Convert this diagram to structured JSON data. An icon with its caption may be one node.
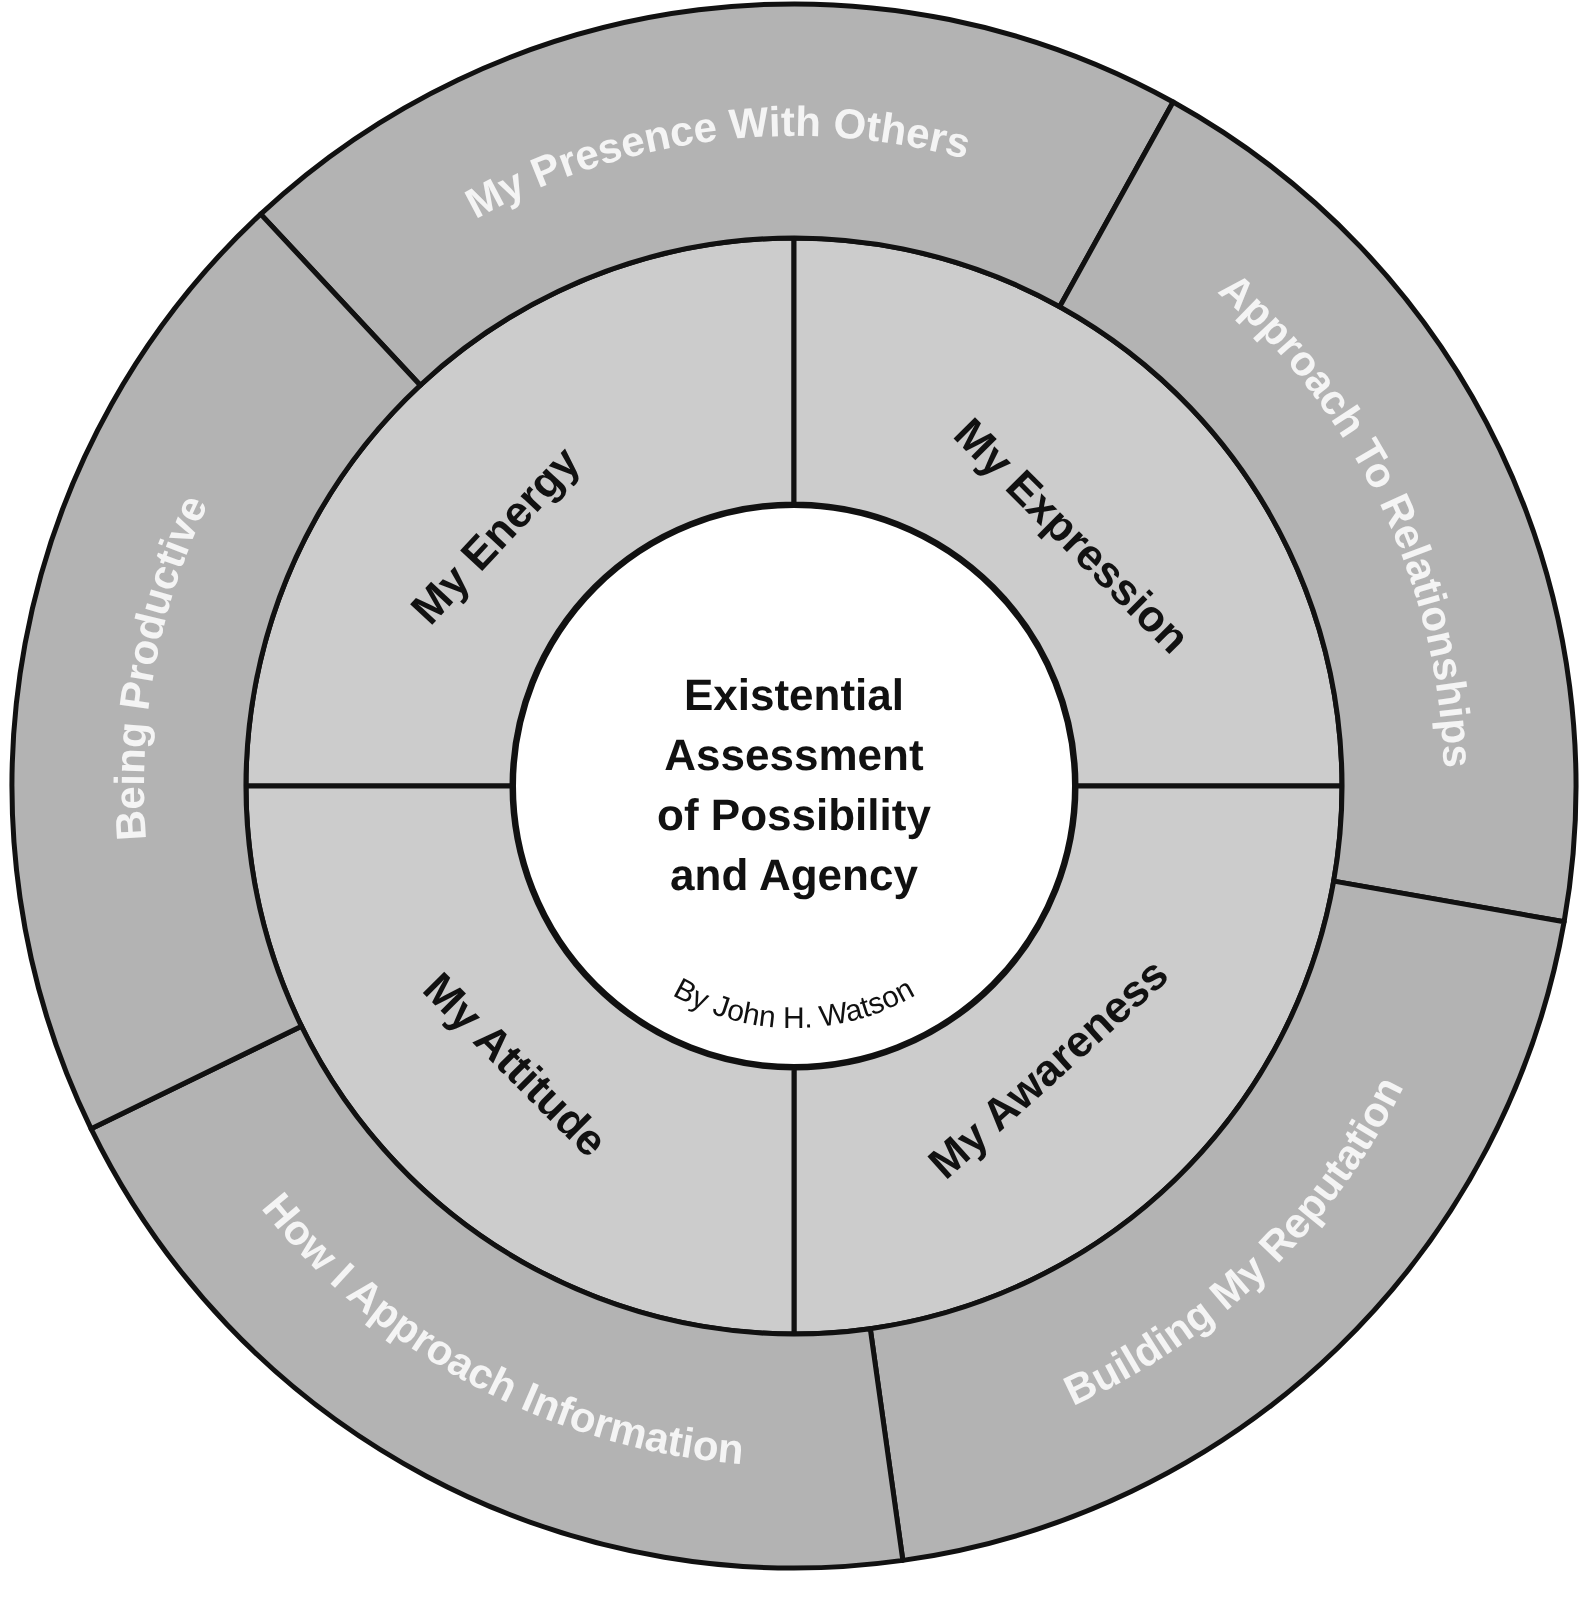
{
  "diagram": {
    "nodes": [
      {
        "text": [
          "Existential Assessment of Possibility and Agency",
          "By John H. Watson"
        ]
      },
      {
        "text": [
          "My Energy"
        ]
      },
      {
        "text": [
          "My Expression"
        ]
      },
      {
        "text": [
          "My Awareness"
        ]
      },
      {
        "text": [
          "My Attitude"
        ]
      },
      {
        "text": [
          "My Presence With Others"
        ]
      },
      {
        "text": [
          "Approach To Relationships"
        ]
      },
      {
        "text": [
          "Building My Reputation"
        ]
      },
      {
        "text": [
          "How I Approach Information"
        ]
      },
      {
        "text": [
          "Being Productive"
        ]
      }
    ]
  }
}
